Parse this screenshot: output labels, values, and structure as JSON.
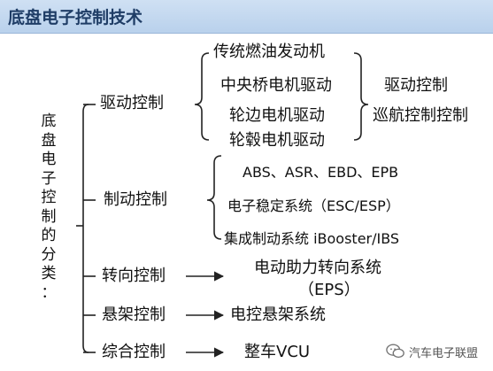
{
  "title": "底盘电子控制技术",
  "root_label": [
    "底",
    "盘",
    "电",
    "子",
    "控",
    "制",
    "的",
    "分",
    "类",
    "："
  ],
  "categories": {
    "drive": {
      "label": "驱动控制",
      "items": [
        "传统燃油发动机",
        "中央桥电机驱动",
        "轮边电机驱动",
        "轮毂电机驱动"
      ],
      "sub_items": [
        "驱动控制",
        "巡航控制控制"
      ]
    },
    "brake": {
      "label": "制动控制",
      "items": [
        "ABS、ASR、EBD、EPB",
        "电子稳定系统（ESC/ESP）",
        "集成制动系统 iBooster/IBS"
      ]
    },
    "steering": {
      "label": "转向控制",
      "target_line1": "电动助力转向系统",
      "target_line2": "（EPS）"
    },
    "suspension": {
      "label": "悬架控制",
      "target": "电控悬架系统"
    },
    "integrated": {
      "label": "综合控制",
      "target": "整车VCU"
    }
  },
  "watermark": {
    "text": "汽车电子联盟",
    "icon": "wechat-bubble-icon"
  },
  "colors": {
    "title_bar": "#c4d8ef",
    "title_text": "#1f3d66",
    "lines": "#222222"
  }
}
